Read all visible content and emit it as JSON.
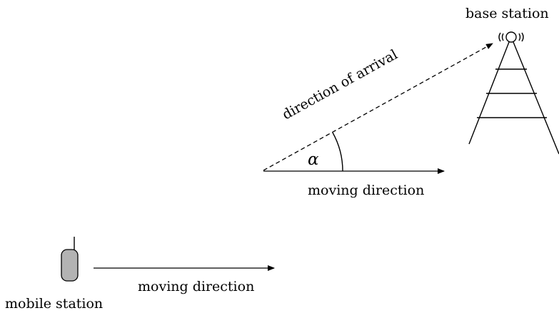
{
  "base_station": {
    "label": "base station"
  },
  "mobile_station": {
    "label": "mobile station",
    "body_color": "#b3b3b3"
  },
  "arrival": {
    "label": "direction of arrival",
    "angle_symbol": "α"
  },
  "movement": {
    "upper_label": "moving direction",
    "lower_label": "moving direction"
  }
}
